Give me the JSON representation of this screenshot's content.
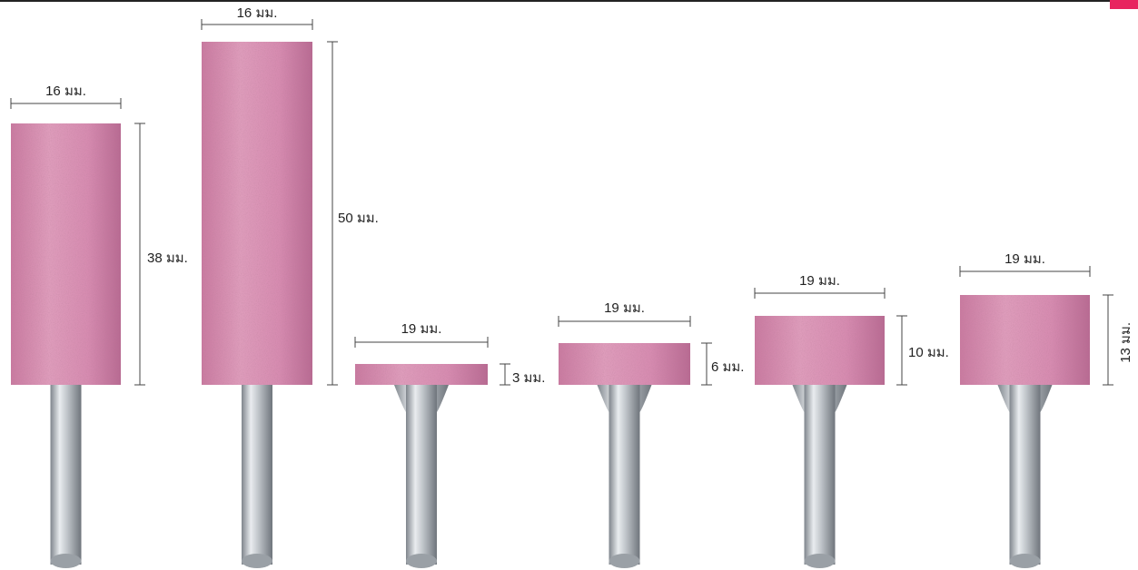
{
  "colors": {
    "stone": "#d88fb0",
    "stone_dark": "#b9698f",
    "shank": "#c9cdd2",
    "shank_dark": "#8d9298",
    "dimension_line": "#444444",
    "accent": "#e8245f"
  },
  "mounted_points": [
    {
      "id": "point-1",
      "width_label": "16 มม.",
      "height_label": "38 มม.",
      "diameter_mm": 16,
      "height_mm": 38
    },
    {
      "id": "point-2",
      "width_label": "16 มม.",
      "height_label": "50 มม.",
      "diameter_mm": 16,
      "height_mm": 50
    },
    {
      "id": "point-3",
      "width_label": "19 มม.",
      "height_label": "3 มม.",
      "diameter_mm": 19,
      "height_mm": 3
    },
    {
      "id": "point-4",
      "width_label": "19 มม.",
      "height_label": "6 มม.",
      "diameter_mm": 19,
      "height_mm": 6
    },
    {
      "id": "point-5",
      "width_label": "19 มม.",
      "height_label": "10 มม.",
      "diameter_mm": 19,
      "height_mm": 10
    },
    {
      "id": "point-6",
      "width_label": "19 มม.",
      "height_label": "13 มม.",
      "diameter_mm": 19,
      "height_mm": 13
    }
  ]
}
